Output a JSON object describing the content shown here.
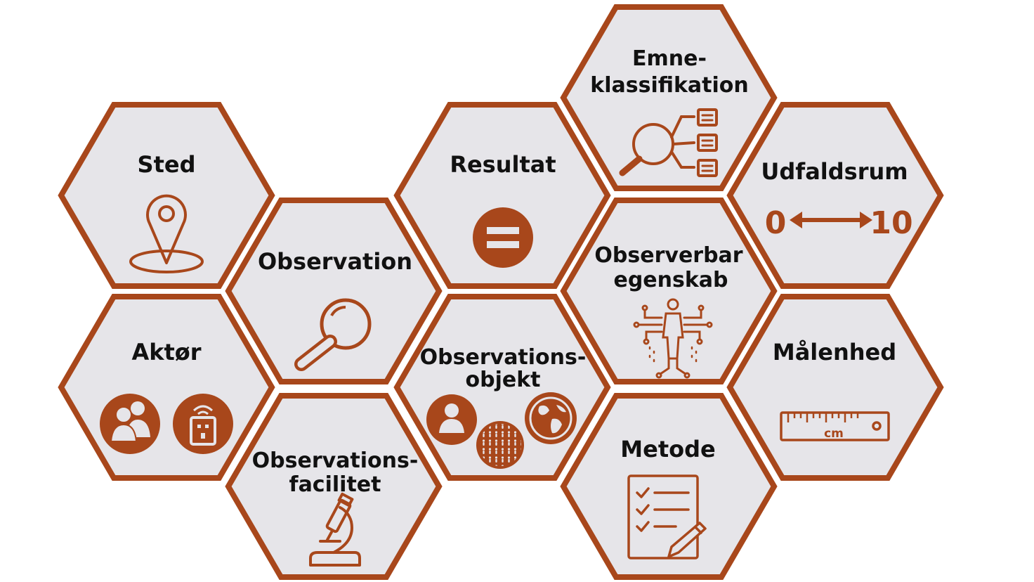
{
  "colors": {
    "accent": "#A8471B",
    "fill": "#E6E5E9",
    "text": "#111111"
  },
  "hexagons": {
    "sted": {
      "label": "Sted",
      "icon": "location-pin-icon"
    },
    "aktor": {
      "label": "Aktør",
      "icons": [
        "people-group-icon",
        "iot-sensor-icon"
      ]
    },
    "observation": {
      "label": "Observation",
      "icon": "magnifier-icon"
    },
    "facilitet": {
      "label1": "Observations-",
      "label2": "facilitet",
      "icon": "microscope-icon"
    },
    "resultat": {
      "label": "Resultat",
      "icon": "equals-icon"
    },
    "objekt": {
      "label1": "Observations-",
      "label2": "objekt",
      "icons": [
        "person-icon",
        "crowd-icon",
        "globe-icon"
      ]
    },
    "emne": {
      "label1": "Emne-",
      "label2": "klassifikation",
      "icon": "search-list-icon"
    },
    "egenskab": {
      "label1": "Observerbar",
      "label2": "egenskab",
      "icon": "body-sensor-icon"
    },
    "metode": {
      "label": "Metode",
      "icon": "checklist-icon"
    },
    "udfald": {
      "label": "Udfaldsrum",
      "range_min": "0",
      "range_max": "10",
      "icon": "double-arrow-icon"
    },
    "malenhed": {
      "label": "Målenhed",
      "unit": "cm",
      "icon": "ruler-icon"
    }
  }
}
